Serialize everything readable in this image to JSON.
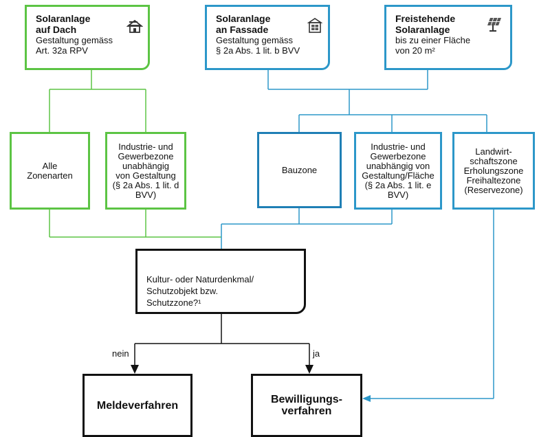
{
  "top_boxes": [
    {
      "title": "Solaranlage\nauf Dach",
      "desc": "Gestaltung gemäss\nArt. 32a RPV",
      "icon": "house-icon",
      "color": "#5cc444"
    },
    {
      "title": "Solaranlage\nan Fassade",
      "desc": "Gestaltung gemäss\n§ 2a Abs. 1 lit. b BVV",
      "icon": "facade-icon",
      "color": "#2c97c9"
    },
    {
      "title": "Freistehende\nSolaranlage",
      "desc": "bis zu einer Fläche\nvon 20 m²",
      "icon": "solar-panel-icon",
      "color": "#2c97c9"
    }
  ],
  "zone_boxes": [
    {
      "text": "Alle\nZonenarten"
    },
    {
      "text": "Industrie- und\nGewerbezone\nunabhängig\nvon Gestaltung\n(§ 2a Abs. 1 lit. d\nBVV)"
    },
    {
      "text": "Bauzone"
    },
    {
      "text": "Industrie- und\nGewerbezone\nunabhängig von\nGestaltung/Fläche\n(§ 2a Abs. 1 lit. e\nBVV)"
    },
    {
      "text": "Landwirt-\nschaftszone\nErholungszone\nFreihaltezone\n(Reservezone)"
    }
  ],
  "question": {
    "text": "Kultur- oder Naturdenkmal/\nSchutzobjekt bzw.\nSchutzzone?¹"
  },
  "branch_labels": {
    "no": "nein",
    "yes": "ja"
  },
  "results": {
    "report": "Meldeverfahren",
    "permit": "Bewilligungs-\nverfahren"
  },
  "colors": {
    "green": "#5cc444",
    "blue": "#2c97c9",
    "dark": "#111111"
  }
}
